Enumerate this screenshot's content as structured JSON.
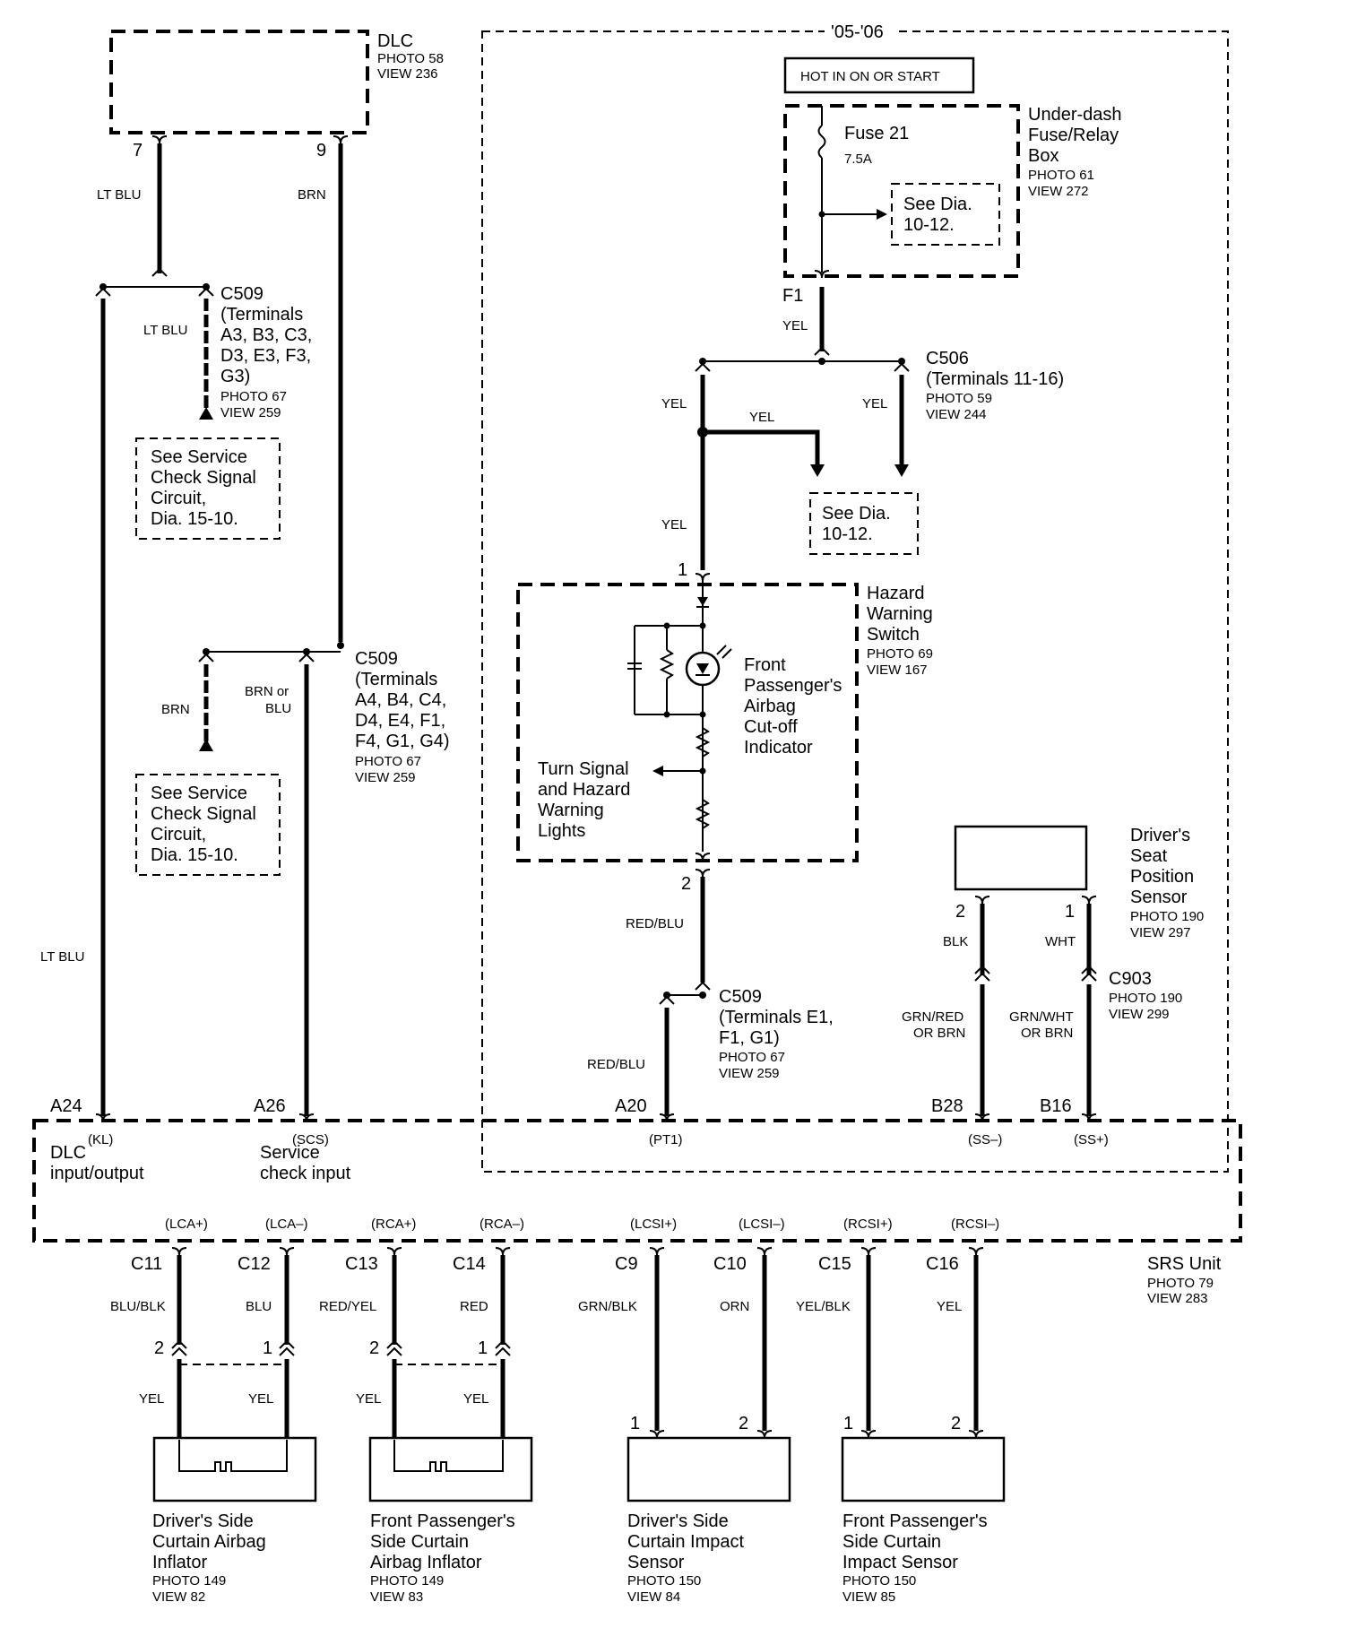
{
  "dlc": {
    "title": "DLC",
    "photo": "PHOTO 58",
    "view": "VIEW 236",
    "pin_a": "7",
    "pin_b": "9"
  },
  "years": "'05-'06",
  "hot": "HOT IN ON OR START",
  "underdash": {
    "l1": "Under-dash",
    "l2": "Fuse/Relay",
    "l3": "Box",
    "photo": "PHOTO 61",
    "view": "VIEW 272",
    "fuse": "Fuse 21",
    "amps": "7.5A",
    "pin": "F1"
  },
  "see_dia_1012": {
    "l1": "See Dia.",
    "l2": "10-12."
  },
  "see_service": {
    "l1": "See Service",
    "l2": "Check Signal",
    "l3": "Circuit,",
    "l4": "Dia. 15-10."
  },
  "c509_a": {
    "title": "C509",
    "l1": "(Terminals",
    "l2": "A3, B3, C3,",
    "l3": "D3, E3, F3,",
    "l4": "G3)",
    "photo": "PHOTO 67",
    "view": "VIEW 259"
  },
  "c509_b": {
    "title": "C509",
    "l1": "(Terminals",
    "l2": "A4, B4, C4,",
    "l3": "D4, E4, F1,",
    "l4": "F4, G1, G4)",
    "photo": "PHOTO 67",
    "view": "VIEW 259"
  },
  "c509_c": {
    "title": "C509",
    "l1": "(Terminals E1,",
    "l2": "F1, G1)",
    "photo": "PHOTO 67",
    "view": "VIEW 259"
  },
  "c506": {
    "title": "C506",
    "l1": "(Terminals 11-16)",
    "photo": "PHOTO 59",
    "view": "VIEW 244"
  },
  "c903": {
    "title": "C903",
    "photo": "PHOTO 190",
    "view": "VIEW 299"
  },
  "hazard": {
    "l1": "Hazard",
    "l2": "Warning",
    "l3": "Switch",
    "photo": "PHOTO 69",
    "view": "VIEW 167",
    "pin1": "1",
    "pin2": "2"
  },
  "indicator": {
    "l1": "Front",
    "l2": "Passenger's",
    "l3": "Airbag",
    "l4": "Cut-off",
    "l5": "Indicator"
  },
  "turn": {
    "l1": "Turn Signal",
    "l2": "and Hazard",
    "l3": "Warning",
    "l4": "Lights"
  },
  "seat_sensor": {
    "l1": "Driver's",
    "l2": "Seat",
    "l3": "Position",
    "l4": "Sensor",
    "photo": "PHOTO 190",
    "view": "VIEW 297",
    "pin2": "2",
    "pin1": "1"
  },
  "wires": {
    "lt_blu": "LT BLU",
    "brn": "BRN",
    "brn_or_blu": "BRN or",
    "brn_or_blu2": "BLU",
    "yel": "YEL",
    "red_blu": "RED/BLU",
    "blk": "BLK",
    "wht": "WHT",
    "grn_red": "GRN/RED",
    "or_brn": "OR BRN",
    "grn_wht": "GRN/WHT",
    "blu_blk": "BLU/BLK",
    "blu": "BLU",
    "red_yel": "RED/YEL",
    "red": "RED",
    "grn_blk": "GRN/BLK",
    "orn": "ORN",
    "yel_blk": "YEL/BLK"
  },
  "srs": {
    "title": "SRS Unit",
    "photo": "PHOTO 79",
    "view": "VIEW 283",
    "a24": "A24",
    "a26": "A26",
    "a20": "A20",
    "b28": "B28",
    "b16": "B16",
    "kl": "(KL)",
    "scs": "(SCS)",
    "pt1": "(PT1)",
    "ss_minus": "(SS–)",
    "ss_plus": "(SS+)",
    "dlc_l1": "DLC",
    "dlc_l2": "input/output",
    "svc_l1": "Service",
    "svc_l2": "check input",
    "lca_p": "(LCA+)",
    "lca_m": "(LCA–)",
    "rca_p": "(RCA+)",
    "rca_m": "(RCA–)",
    "lcsi_p": "(LCSI+)",
    "lcsi_m": "(LCSI–)",
    "rcsi_p": "(RCSI+)",
    "rcsi_m": "(RCSI–)",
    "c11": "C11",
    "c12": "C12",
    "c13": "C13",
    "c14": "C14",
    "c9": "C9",
    "c10": "C10",
    "c15": "C15",
    "c16": "C16"
  },
  "bottom": {
    "d1": {
      "l1": "Driver's Side",
      "l2": "Curtain Airbag",
      "l3": "Inflator",
      "photo": "PHOTO 149",
      "view": "VIEW 82"
    },
    "d2": {
      "l1": "Front Passenger's",
      "l2": "Side Curtain",
      "l3": "Airbag Inflator",
      "photo": "PHOTO 149",
      "view": "VIEW 83"
    },
    "d3": {
      "l1": "Driver's Side",
      "l2": "Curtain Impact",
      "l3": "Sensor",
      "photo": "PHOTO 150",
      "view": "VIEW 84"
    },
    "d4": {
      "l1": "Front Passenger's",
      "l2": "Side Curtain",
      "l3": "Impact Sensor",
      "photo": "PHOTO 150",
      "view": "VIEW 85"
    }
  },
  "pins": {
    "one": "1",
    "two": "2"
  }
}
